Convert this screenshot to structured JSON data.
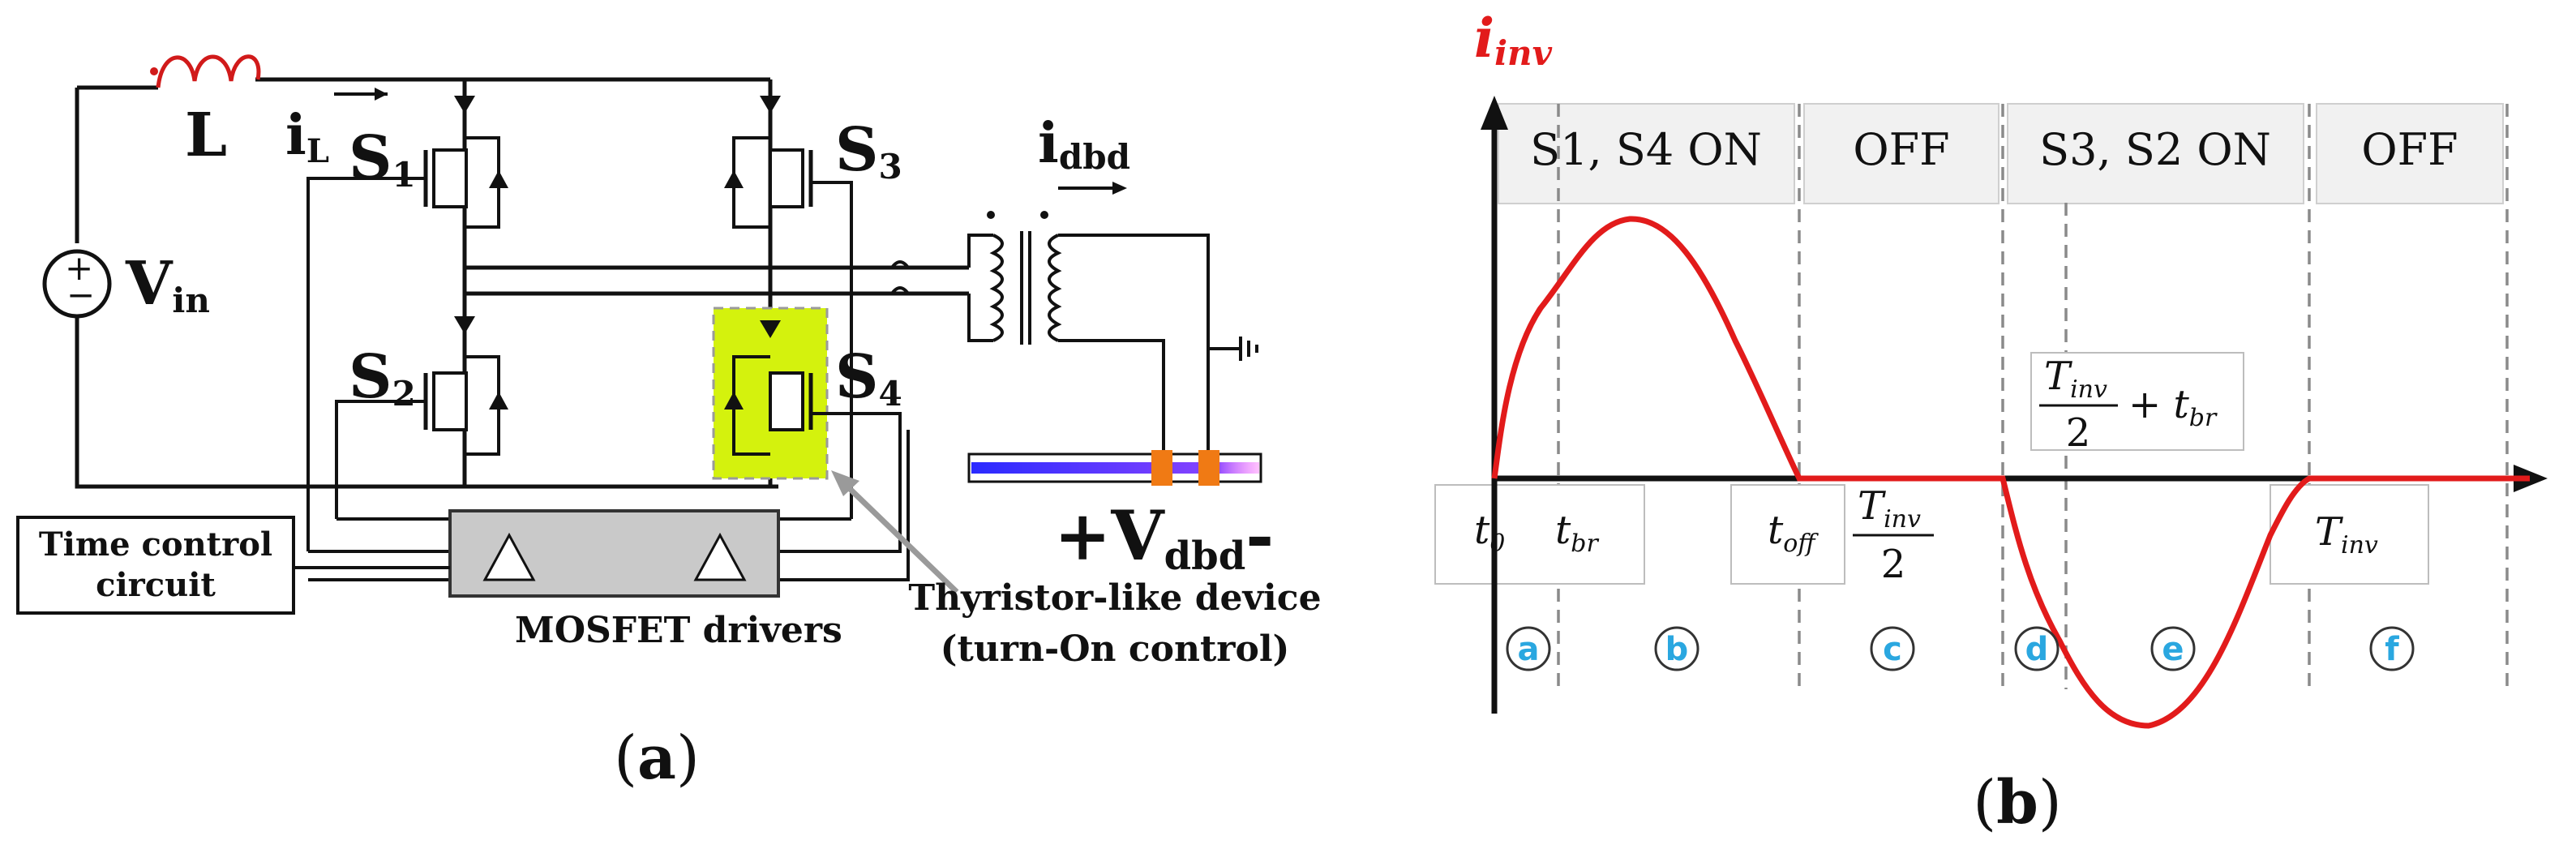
{
  "circuit": {
    "inductor_label": "L",
    "current_label": {
      "base": "i",
      "sub": "L"
    },
    "source_label": {
      "base": "V",
      "sub": "in"
    },
    "source_plus": "+",
    "source_minus": "−",
    "switches": [
      {
        "base": "S",
        "sub": "1"
      },
      {
        "base": "S",
        "sub": "2"
      },
      {
        "base": "S",
        "sub": "3"
      },
      {
        "base": "S",
        "sub": "4"
      }
    ],
    "dbd_current": {
      "base": "i",
      "sub": "dbd"
    },
    "dbd_voltage": {
      "prefix": "+V",
      "sub": "dbd",
      "suffix": "-"
    },
    "time_control": [
      "Time control",
      "circuit"
    ],
    "mosfet_drivers": "MOSFET drivers",
    "thyristor_note": [
      "Thyristor-like device",
      "(turn-On control)"
    ],
    "panel_label": [
      "(",
      "a",
      ")"
    ],
    "colors": {
      "highlight": "#d4f20d",
      "electrode_orange": "#f07a14",
      "plasma": "#9b4dff"
    }
  },
  "waveform": {
    "y_axis_label": {
      "base": "i",
      "sub": "inv"
    },
    "states": [
      "S1, S4 ON",
      "OFF",
      "S3, S2 ON",
      "OFF"
    ],
    "time_labels": {
      "t0": {
        "base": "t",
        "sub": "0"
      },
      "tbr": {
        "base": "t",
        "sub": "br"
      },
      "toff": {
        "base": "t",
        "sub": "off"
      },
      "half_num": {
        "base": "T",
        "sub": "inv"
      },
      "half_den": "2",
      "shift_num": {
        "base": "T",
        "sub": "inv"
      },
      "shift_den": "2",
      "shift_plus": "+ ",
      "shift_t": {
        "base": "t",
        "sub": "br"
      },
      "tinv": {
        "base": "T",
        "sub": "inv"
      }
    },
    "intervals": [
      "a",
      "b",
      "c",
      "d",
      "e",
      "f"
    ],
    "panel_label": [
      "(",
      "b",
      ")"
    ],
    "colors": {
      "curve": "#e21b1b",
      "interval_letters": "#2aa7e0",
      "label": "#e21b1b"
    }
  }
}
